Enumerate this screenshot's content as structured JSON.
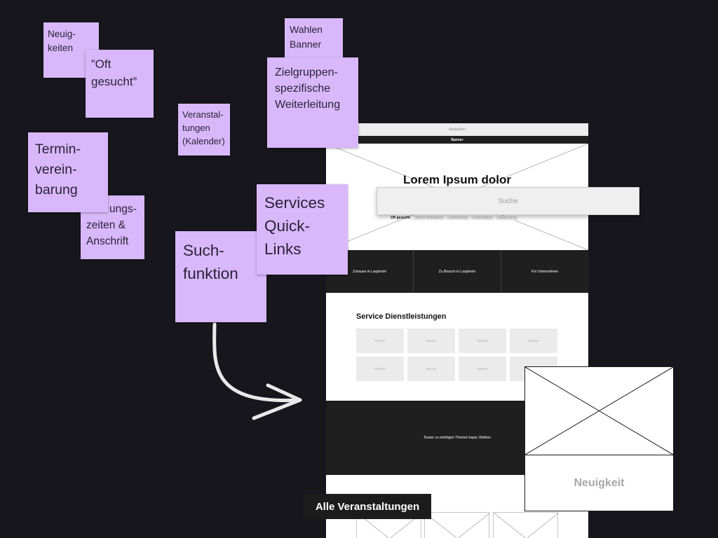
{
  "colors": {
    "background": "#17161d",
    "sticky_note": "#d8b8fa",
    "note_text": "#2a2238",
    "wireframe_dark": "#1f1f1f",
    "arrow": "#e9e9e9"
  },
  "notes": {
    "neuigkeiten": [
      "Neuig-",
      "keiten"
    ],
    "oft_gesucht": [
      "”Oft",
      "gesucht”"
    ],
    "wahlen_banner": [
      "Wahlen",
      "Banner"
    ],
    "zielgruppen": [
      "Zielgruppen-",
      "spezifische",
      "Weiterleitung"
    ],
    "veranstaltungen": [
      "Veranstal-",
      "tungen",
      "(Kalender)"
    ],
    "termin": [
      "Termin-",
      "verein-",
      "barung"
    ],
    "oeffnungszeiten": [
      "ungs-",
      "zeiten &",
      "Anschrift"
    ],
    "suchfunktion": [
      "Such-",
      "funktion"
    ],
    "services": [
      "Services",
      "Quick-",
      "Links"
    ]
  },
  "wireframe": {
    "navigation": "Navigation",
    "banner": "Banner",
    "hero_title": "Lorem Ipsum dolor",
    "search_placeholder": "Suche",
    "quick_label": "Oft gesucht",
    "quick_links": [
      "Termin vereinbaren",
      "Lorem ipsum",
      "Lorem ipsum",
      "Lorem ipsum"
    ],
    "audiences": [
      "Zuhause in Laupheim",
      "Zu Besuch in Laupheim",
      "Für Unternehmer"
    ],
    "services_heading": "Service Dienstleistungen",
    "service_tiles": [
      "Service",
      "Service",
      "Service",
      "Service",
      "Service",
      "Service",
      "Service"
    ],
    "teaser": "Teaser zu wichtigen Themen bspw. Wahlen",
    "events_button": "Alle Veranstaltungen"
  },
  "news_card": {
    "label": "Neuigkeit"
  }
}
